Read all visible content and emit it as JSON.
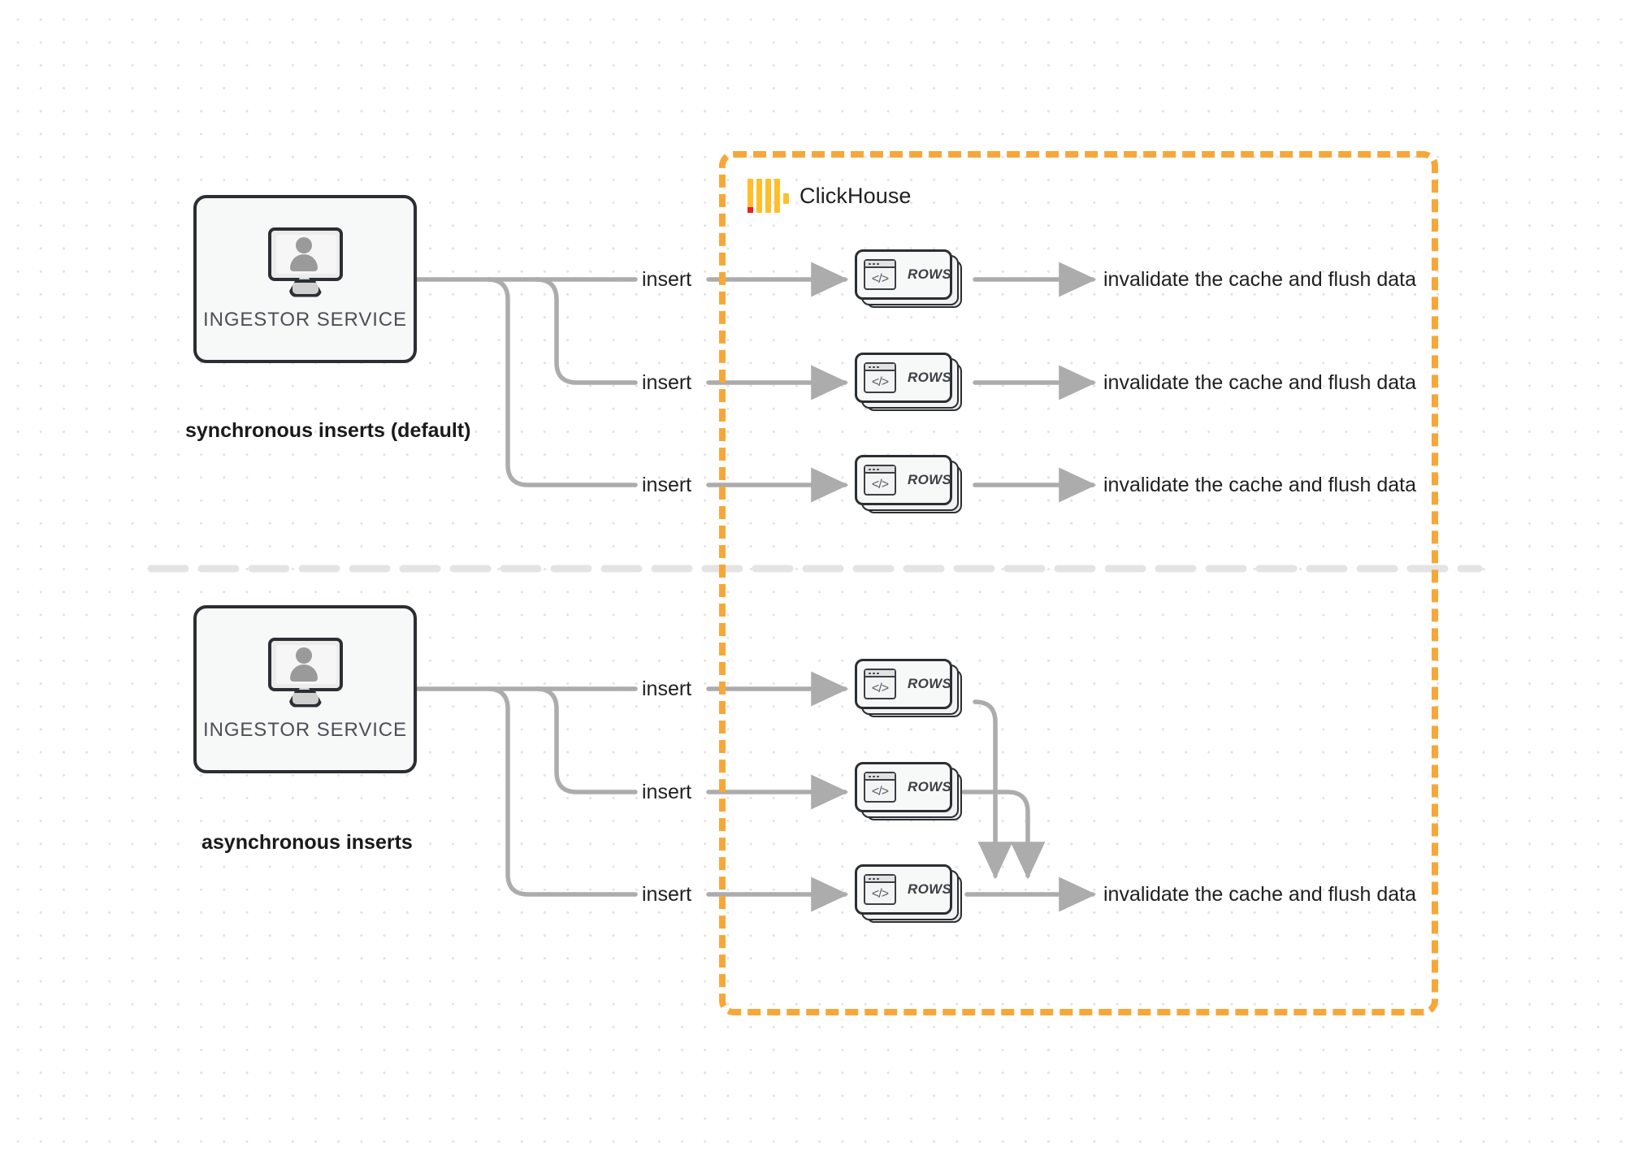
{
  "diagram": {
    "title": "ClickHouse synchronous vs asynchronous inserts",
    "colors": {
      "container_border": "#F7A73A",
      "logo_bars": "#FFBF2B",
      "logo_accent": "#ED1C24",
      "wire": "#ACACAC",
      "box_border": "#2b2f33",
      "divider": "#E2E2E2"
    }
  },
  "clickhouse": {
    "name": "ClickHouse",
    "logo_icon": "clickhouse-logo-icon"
  },
  "sections": [
    {
      "id": "synchronous",
      "mode_label": "synchronous inserts (default)",
      "service": {
        "label": "INGESTOR SERVICE",
        "icon": "monitor-user-icon"
      },
      "branches": [
        {
          "insert_label": "insert",
          "card_label": "ROWS",
          "card_icon": "code-window-icon",
          "output_label": "invalidate the cache and flush data"
        },
        {
          "insert_label": "insert",
          "card_label": "ROWS",
          "card_icon": "code-window-icon",
          "output_label": "invalidate the cache and flush data"
        },
        {
          "insert_label": "insert",
          "card_label": "ROWS",
          "card_icon": "code-window-icon",
          "output_label": "invalidate the cache and flush data"
        }
      ]
    },
    {
      "id": "asynchronous",
      "mode_label": "asynchronous inserts",
      "service": {
        "label": "INGESTOR SERVICE",
        "icon": "monitor-user-icon"
      },
      "branches": [
        {
          "insert_label": "insert",
          "card_label": "ROWS",
          "card_icon": "code-window-icon"
        },
        {
          "insert_label": "insert",
          "card_label": "ROWS",
          "card_icon": "code-window-icon"
        },
        {
          "insert_label": "insert",
          "card_label": "ROWS",
          "card_icon": "code-window-icon"
        }
      ],
      "merged_output_label": "invalidate the cache and flush data"
    }
  ],
  "code_glyph": "</>"
}
